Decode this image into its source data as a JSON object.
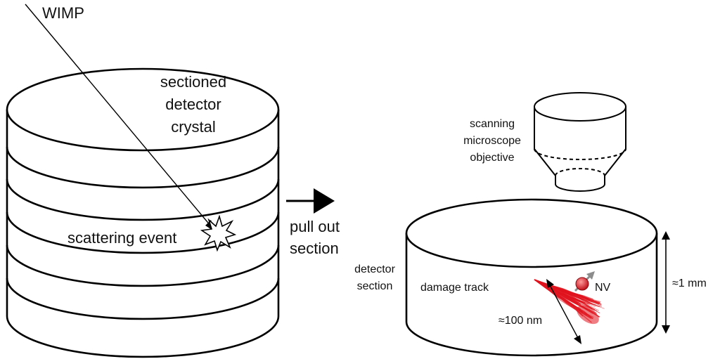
{
  "labels": {
    "wimp": "WIMP",
    "crystal_line1": "sectioned",
    "crystal_line2": "detector",
    "crystal_line3": "crystal",
    "scattering_event": "scattering event",
    "pull_out_line1": "pull out",
    "pull_out_line2": "section",
    "microscope_line1": "scanning",
    "microscope_line2": "microscope",
    "microscope_line3": "objective",
    "detector_section_line1": "detector",
    "detector_section_line2": "section",
    "damage_track": "damage track",
    "nv": "NV",
    "scale_100nm": "≈100 nm",
    "scale_1mm": "≈1 mm"
  },
  "colors": {
    "line": "#000000",
    "damage": "#e0141e",
    "nv_center": "#d8242c",
    "nv_arrow": "#8c8c8c"
  }
}
